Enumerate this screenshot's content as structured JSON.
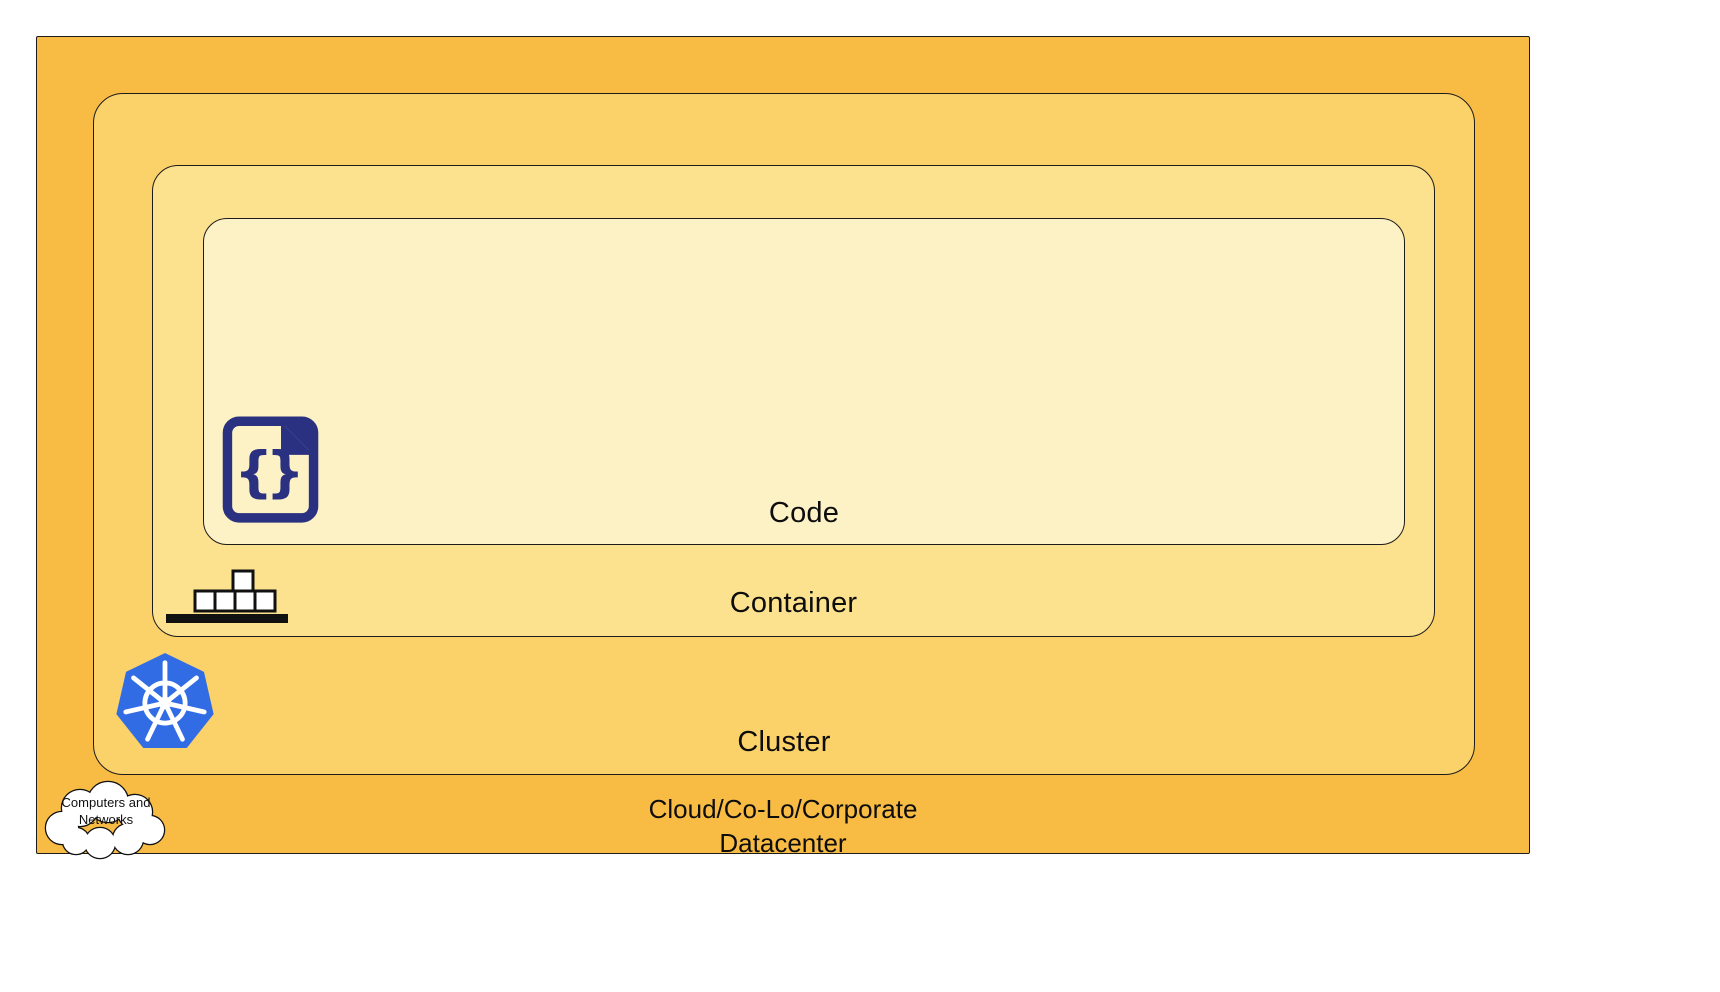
{
  "diagram": {
    "type": "nested-layers",
    "layers": {
      "code": {
        "label": "Code",
        "color": "#FDF1C6"
      },
      "container": {
        "label": "Container",
        "color": "#FCE18F"
      },
      "cluster": {
        "label": "Cluster",
        "color": "#FBD169"
      },
      "datacenter": {
        "label_line1": "Cloud/Co-Lo/Corporate",
        "label_line2": "Datacenter",
        "color": "#F8BC44"
      }
    },
    "cloud_callout": {
      "line1": "Computers and",
      "line2": "Networks"
    },
    "icons": {
      "code": {
        "name": "code-file-icon",
        "glyph_left": "{",
        "glyph_right": "}",
        "color": "#2A3180"
      },
      "container": {
        "name": "container-stack-icon",
        "color": "#111111"
      },
      "cluster": {
        "name": "kubernetes-helm-icon",
        "color": "#326CE5"
      },
      "datacenter": {
        "name": "computers-networks-cloud-icon",
        "color": "#ffffff"
      }
    }
  }
}
